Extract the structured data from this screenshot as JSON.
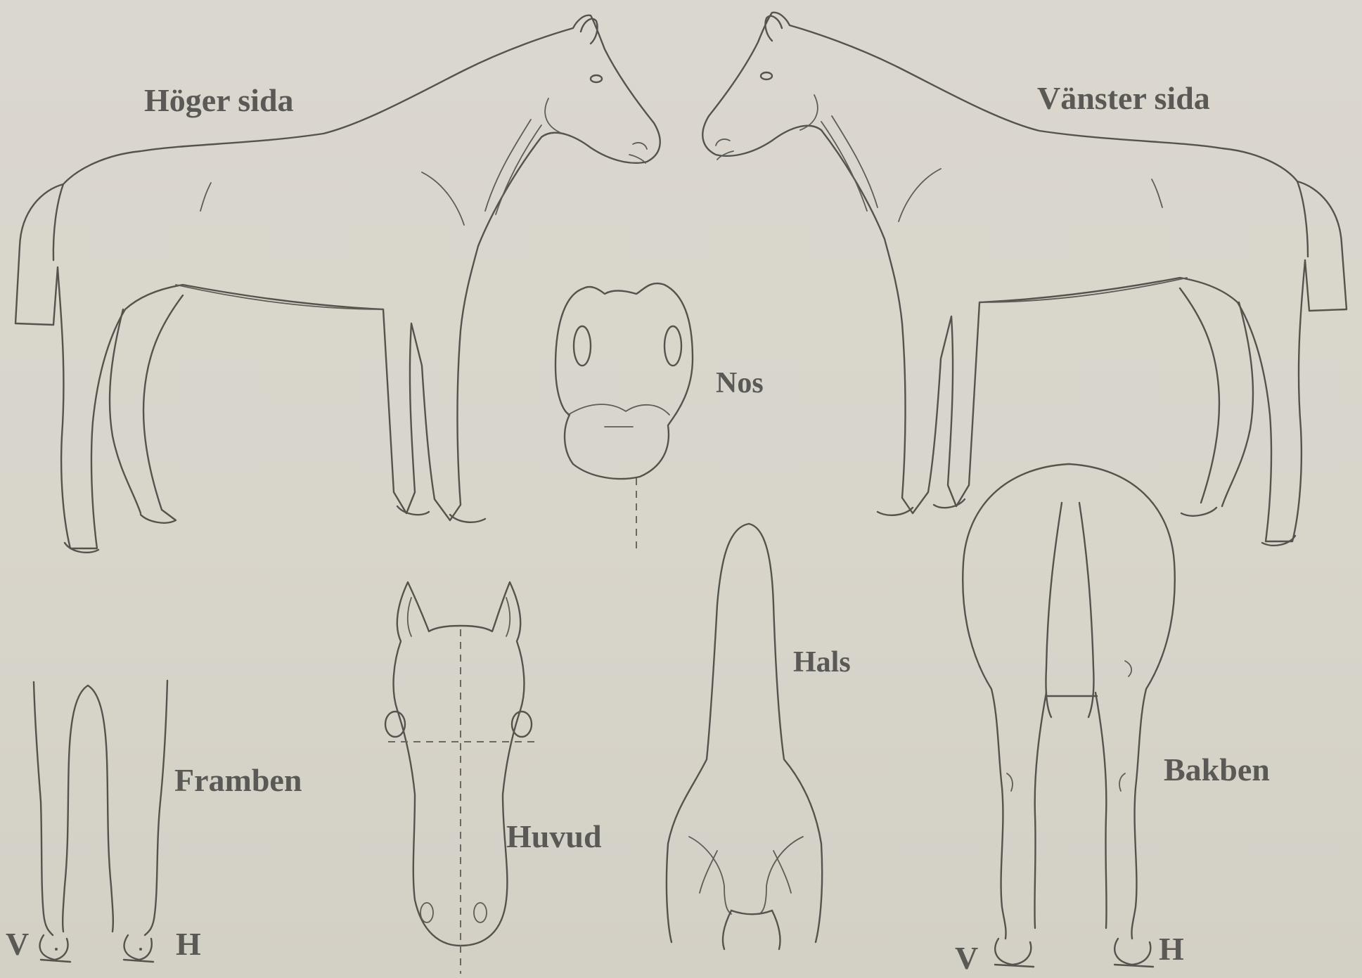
{
  "labels": {
    "right_side": "Höger sida",
    "left_side": "Vänster sida",
    "muzzle": "Nos",
    "neck": "Hals",
    "forelegs": "Framben",
    "head": "Huvud",
    "hindlegs": "Bakben",
    "fore_left_marker": "V",
    "fore_right_marker": "H",
    "hind_left_marker": "V",
    "hind_right_marker": "H"
  },
  "colors": {
    "paper": "#d9d6cc",
    "ink": "#55534e"
  }
}
